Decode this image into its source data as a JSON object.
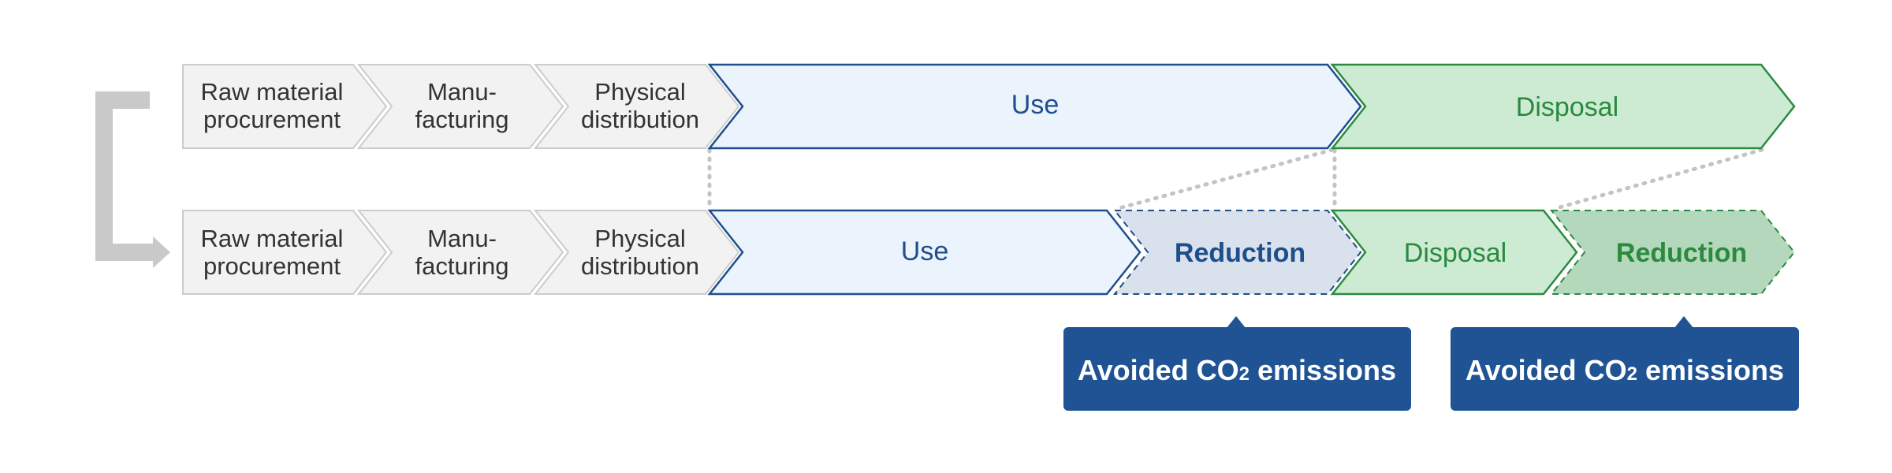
{
  "colors": {
    "gray_fill": "#f2f2f2",
    "gray_stroke": "#cccccc",
    "blue_fill": "#ebf3fc",
    "blue_stroke": "#1e4e8c",
    "blue_reduction_fill": "#d8e1ec",
    "green_fill": "#cdebd3",
    "green_stroke": "#2a8a3e",
    "green_reduction_fill": "#b3d8bb",
    "callout_fill": "#1f5393",
    "connector": "#c9c9c9"
  },
  "before": {
    "raw_line1": "Raw material",
    "raw_line2": "procurement",
    "manu_line1": "Manu-",
    "manu_line2": "facturing",
    "dist_line1": "Physical",
    "dist_line2": "distribution",
    "use": "Use",
    "disposal": "Disposal"
  },
  "after": {
    "raw_line1": "Raw material",
    "raw_line2": "procurement",
    "manu_line1": "Manu-",
    "manu_line2": "facturing",
    "dist_line1": "Physical",
    "dist_line2": "distribution",
    "use": "Use",
    "use_reduction": "Reduction",
    "disposal": "Disposal",
    "disposal_reduction": "Reduction"
  },
  "callouts": {
    "use": {
      "prefix": "Avoided CO",
      "subscript": "2",
      "suffix": " emissions"
    },
    "disposal": {
      "prefix": "Avoided CO",
      "subscript": "2",
      "suffix": " emissions"
    }
  }
}
